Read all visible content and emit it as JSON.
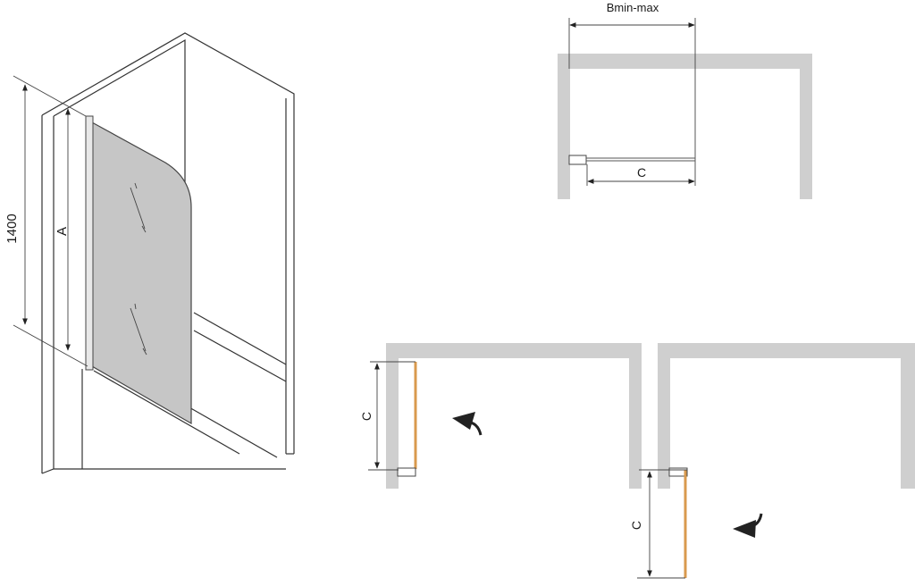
{
  "diagram": {
    "type": "technical-installation-drawing",
    "subject": "bath shower screen, single hinged panel",
    "iso_view": {
      "height_label": "1400",
      "panel_dimension_label": "A"
    },
    "plan_top": {
      "width_label": "Bmin-max",
      "panel_label": "C"
    },
    "plan_left": {
      "panel_label": "C",
      "swing": "inward",
      "door_color": "#d99a4e"
    },
    "plan_right": {
      "panel_label": "C",
      "swing": "outward",
      "door_color": "#d99a4e"
    },
    "colors": {
      "wall": "#cfcfcf",
      "glass": "#c6c6c6",
      "line": "#333333",
      "door": "#d99a4e"
    }
  }
}
